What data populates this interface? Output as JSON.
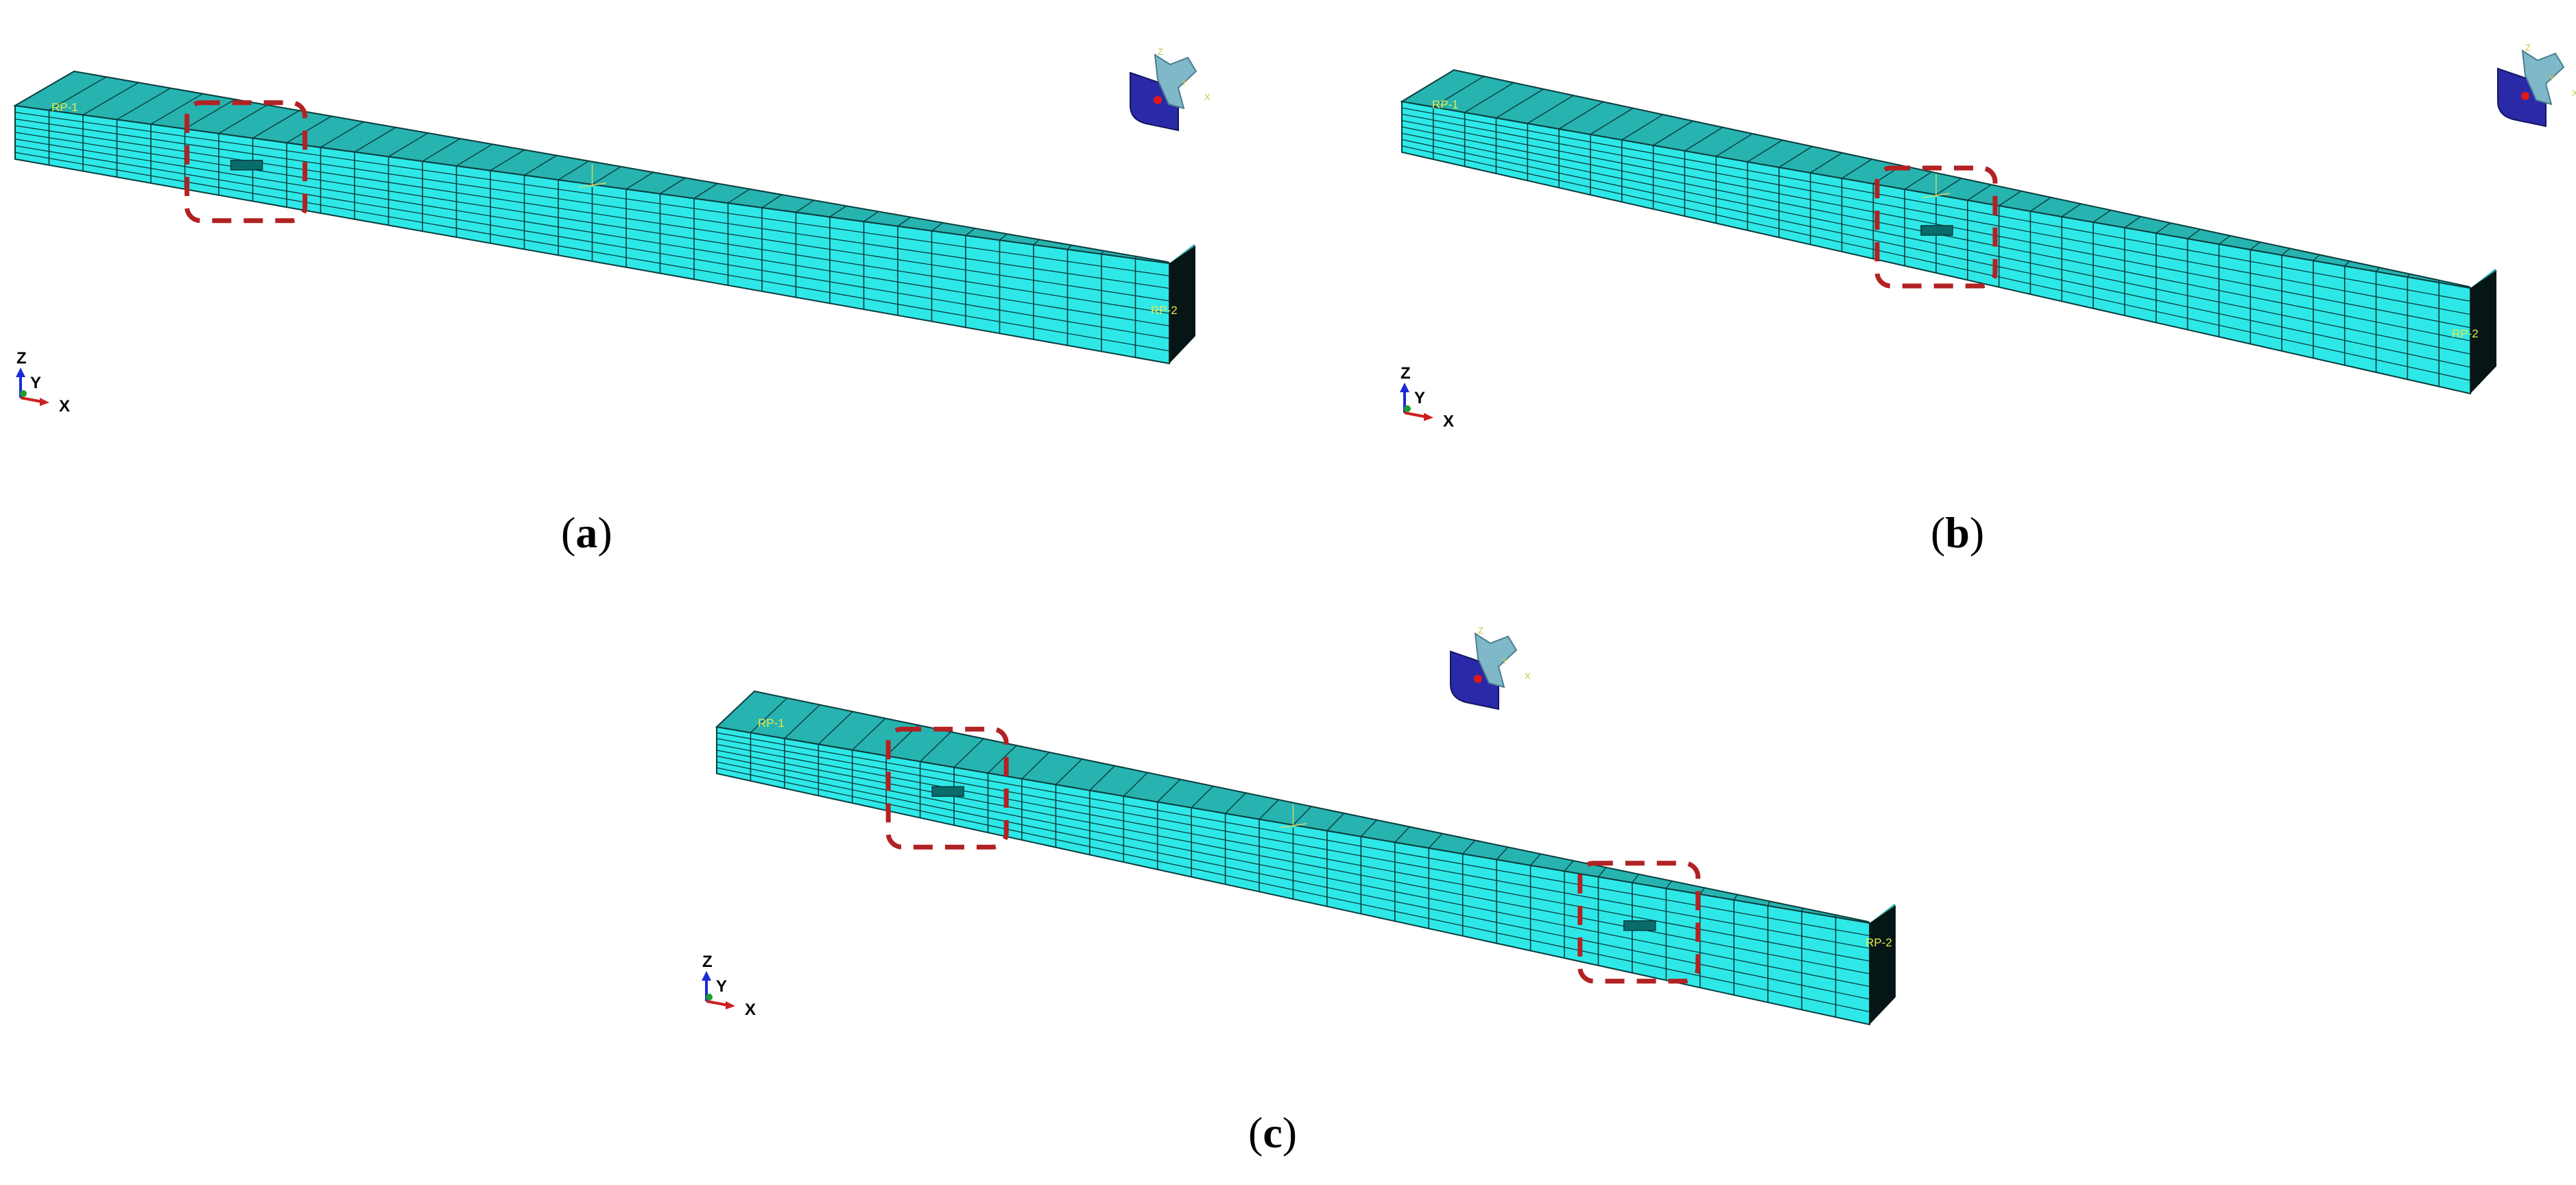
{
  "panels": [
    {
      "id": "a",
      "caption_letter": "a",
      "rp_start": "RP-1",
      "rp_end": "RP-2",
      "damage_positions": [
        0.2
      ]
    },
    {
      "id": "b",
      "caption_letter": "b",
      "rp_start": "RP-1",
      "rp_end": "RP-2",
      "damage_positions": [
        0.5
      ]
    },
    {
      "id": "c",
      "caption_letter": "c",
      "rp_start": "RP-1",
      "rp_end": "RP-2",
      "damage_positions": [
        0.2,
        0.8
      ]
    }
  ],
  "axes": {
    "z": "Z",
    "y": "Y",
    "x": "X"
  },
  "triad": {
    "z": "Z",
    "y": "Y",
    "x": "X"
  },
  "colors": {
    "beam_face": "#2ee8e8",
    "beam_top": "#27b3b0",
    "beam_end": "#061616",
    "mesh": "#0b3d3d",
    "damage_box": "#b22222",
    "triad_dark": "#2a2aa8",
    "triad_light": "#7fb8c8"
  }
}
